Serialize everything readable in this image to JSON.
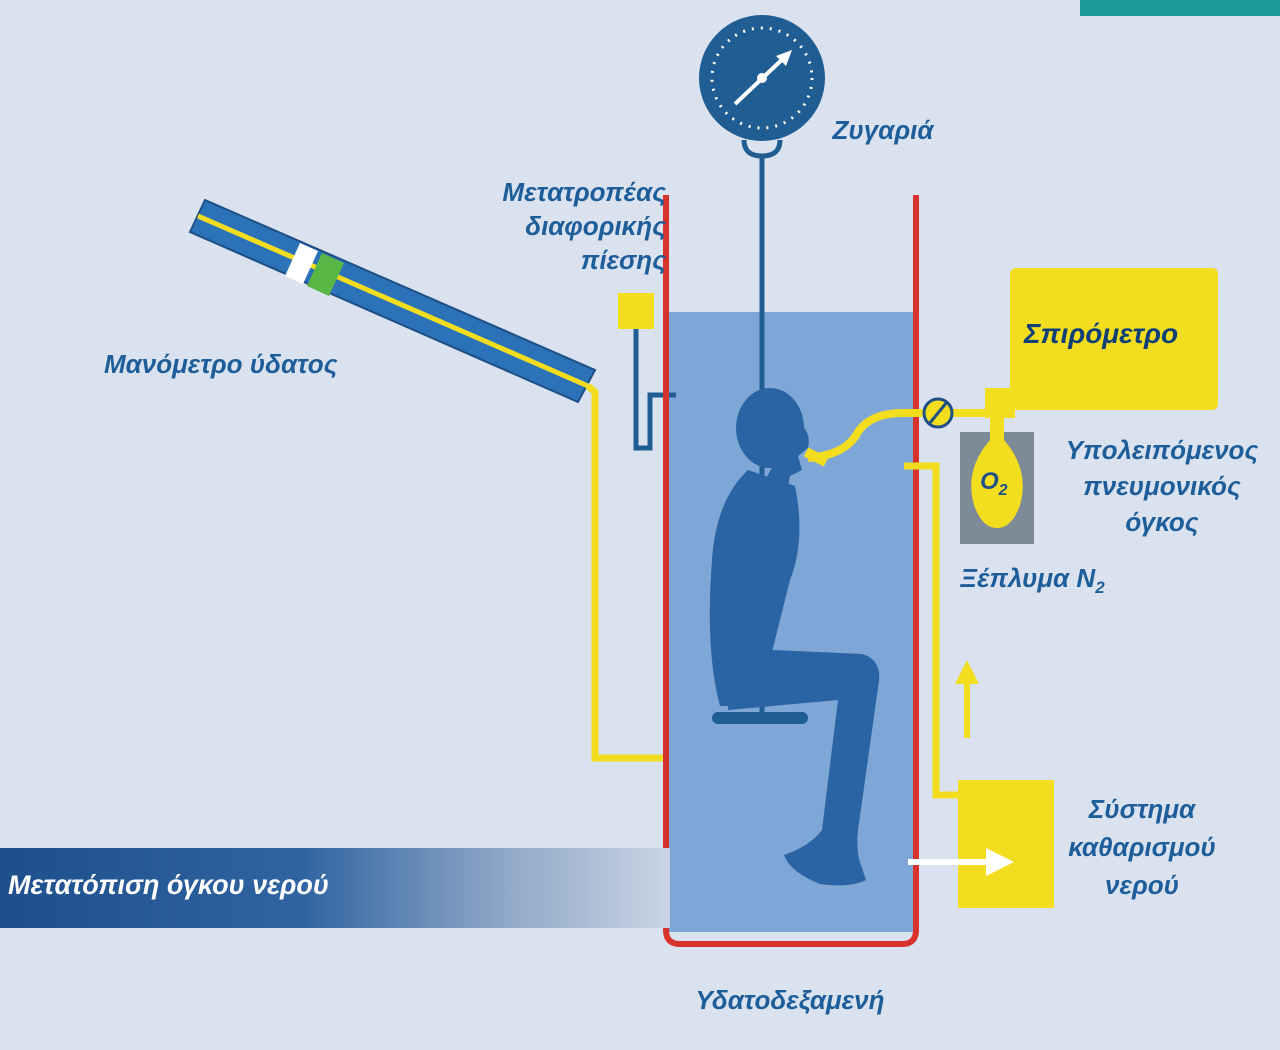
{
  "labels": {
    "scale": "Ζυγαριά",
    "transducer_line1": "Μετατροπέας",
    "transducer_line2": "διαφορικής",
    "transducer_line3": "πίεσης",
    "water_manometer": "Μανόμετρο ύδατος",
    "spirometer": "Σπιρόμετρο",
    "residual_line1": "Υπολειπόμενος",
    "residual_line2": "πνευμονικός",
    "residual_line3": "όγκος",
    "nitrogen_washout_prefix": "Ξέπλυμα N",
    "nitrogen_washout_sub": "2",
    "oxygen_prefix": "O",
    "oxygen_sub": "2",
    "purification_line1": "Σύστημα",
    "purification_line2": "καθαρισμού",
    "purification_line3": "νερού",
    "tank": "Υδατοδεξαμενή",
    "banner": "Μετατόπιση όγκου νερού"
  },
  "colors": {
    "page_background": "#d9e2ee",
    "water": "#7ea6d6",
    "tank_wall": "#d8322f",
    "label_blue": "#1d5d99",
    "device_yellow": "#f2de1f",
    "gauge_blue": "#1f5d92",
    "person": "#2a64a4"
  }
}
